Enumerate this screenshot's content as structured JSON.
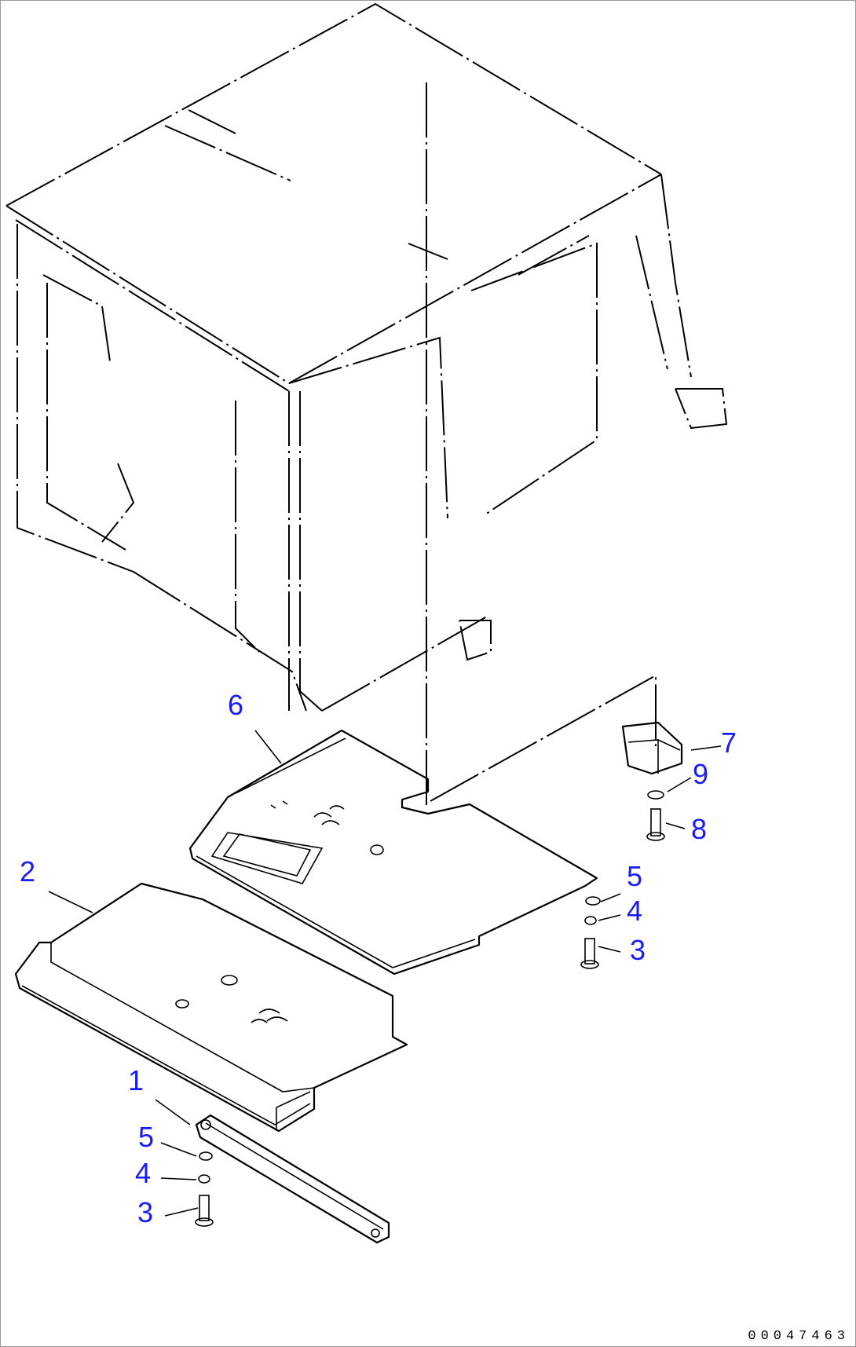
{
  "callouts": {
    "c1": "1",
    "c2": "2",
    "c3_left": "3",
    "c4_left": "4",
    "c5_left": "5",
    "c3_right": "3",
    "c4_right": "4",
    "c5_right": "5",
    "c6": "6",
    "c7": "7",
    "c8": "8",
    "c9": "9"
  },
  "reference_code": "00047463",
  "colors": {
    "callout": "#1a1aff",
    "line": "#000000"
  }
}
